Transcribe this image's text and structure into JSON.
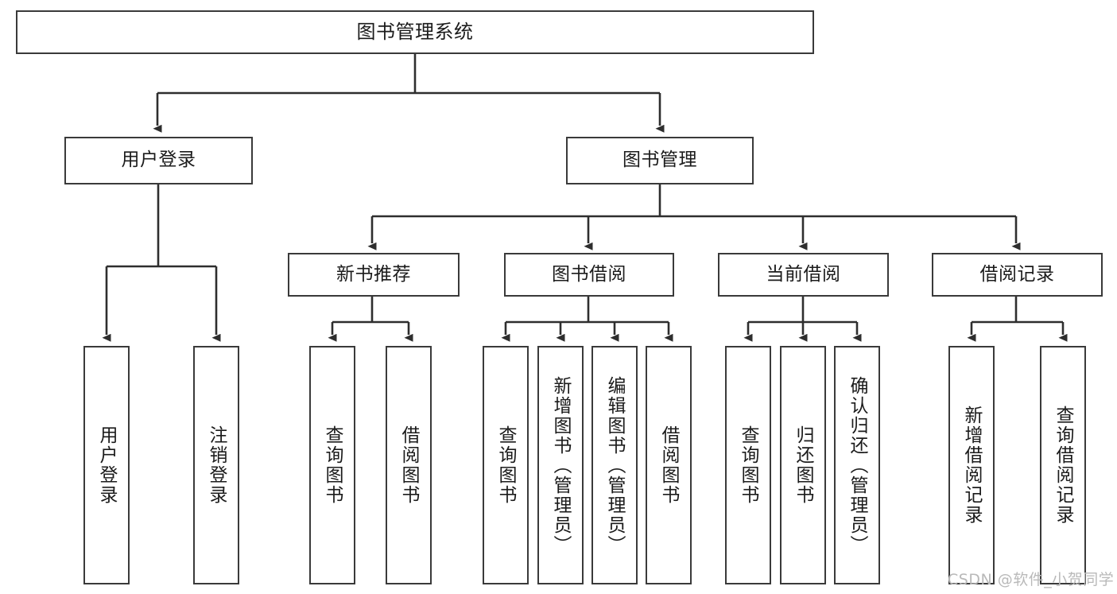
{
  "diagram": {
    "title": "图书管理系统",
    "type": "tree",
    "levels": 4,
    "root": {
      "label": "图书管理系统",
      "children": [
        {
          "label": "用户登录",
          "children": [
            {
              "label": "用户登录"
            },
            {
              "label": "注销登录"
            }
          ]
        },
        {
          "label": "图书管理",
          "children": [
            {
              "label": "新书推荐",
              "children": [
                {
                  "label": "查询图书"
                },
                {
                  "label": "借阅图书"
                }
              ]
            },
            {
              "label": "图书借阅",
              "children": [
                {
                  "label": "查询图书"
                },
                {
                  "label": "新增图书（管理员）"
                },
                {
                  "label": "编辑图书（管理员）"
                },
                {
                  "label": "借阅图书"
                }
              ]
            },
            {
              "label": "当前借阅",
              "children": [
                {
                  "label": "查询图书"
                },
                {
                  "label": "归还图书"
                },
                {
                  "label": "确认归还（管理员）"
                }
              ]
            },
            {
              "label": "借阅记录",
              "children": [
                {
                  "label": "新增借阅记录"
                },
                {
                  "label": "查询借阅记录"
                }
              ]
            }
          ]
        }
      ]
    }
  },
  "nodes": {
    "root": "图书管理系统",
    "l1_user_login": "用户登录",
    "l1_book_mgmt": "图书管理",
    "l2_user_login": "用户登录",
    "l2_logout": "注销登录",
    "l2_new_book_rec": "新书推荐",
    "l2_book_borrow": "图书借阅",
    "l2_current_borrow": "当前借阅",
    "l2_borrow_record": "借阅记录",
    "l3_nb_query_book": "查询图书",
    "l3_nb_borrow_book": "借阅图书",
    "l3_bb_query_book": "查询图书",
    "l3_bb_add_book": "新增图书（管理员）",
    "l3_bb_edit_book": "编辑图书（管理员）",
    "l3_bb_borrow_book": "借阅图书",
    "l3_cb_query_book": "查询图书",
    "l3_cb_return_book": "归还图书",
    "l3_cb_confirm_return": "确认归还（管理员）",
    "l3_br_add_record": "新增借阅记录",
    "l3_br_query_record": "查询借阅记录"
  },
  "watermark": {
    "text": "CSDN @软件_小贺同学"
  },
  "colors": {
    "border": "#3a3a3a",
    "text": "#1b1b1b",
    "background": "#ffffff",
    "connector": "#2e2e2e",
    "watermark": "#b9b9b9"
  }
}
